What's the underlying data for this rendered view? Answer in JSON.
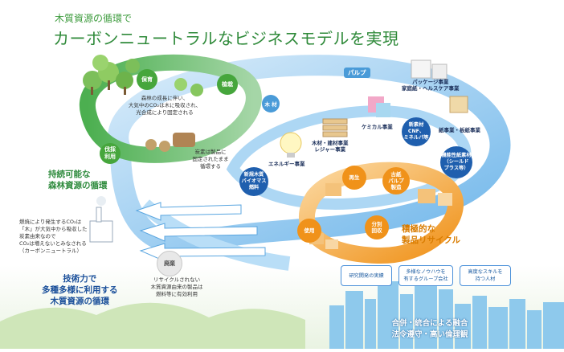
{
  "header": {
    "subtitle": "木質資源の循環で",
    "title": "カーボンニュートラルなビジネスモデルを実現"
  },
  "forest_cycle": {
    "stages": [
      "保育",
      "植栽",
      "伐採\n利用"
    ],
    "growth_note": "森林の成長に伴い、\n大気中のCO₂は木に吸収され、\n光合成により固定される",
    "stock_note": "炭素は製品に\n固定されたまま\n循環する",
    "heading": "持続可能な\n森林資源の循環"
  },
  "flow_labels": {
    "wood": "木 材",
    "pulp": "パルプ",
    "waste": "廃棄"
  },
  "businesses": {
    "energy": "エネルギー事業",
    "building": "木材・建材事業\nレジャー事業",
    "chemical": "ケミカル事業",
    "packaging": "パッケージ事業\n家庭紙・ヘルスケア事業",
    "paper": "紙事業・板紙事業"
  },
  "blue_badges": {
    "new_wood": "新規木質\nバイオマス\n燃料",
    "new_material": "新素材\nCNF、\nミネルパ等",
    "functional": "機能性紙素材\n（シールド\nプラス等）"
  },
  "recycle": {
    "reuse": "再生",
    "paper_pulp": "古紙\nパルプ\n製造",
    "use": "使用",
    "collect": "分別\n回収",
    "heading": "積極的な\n製品リサイクル"
  },
  "carbon_note": "燃焼により発生するCO₂は\n「木」が大気中から吸収した\n炭素由来なので\nCO₂は増えないとみなされる\n（カーボンニュートラル）",
  "tech_heading": "技術力で\n多種多様に利用する\n木質資源の循環",
  "waste_note": "リサイクルされない\n木質資源由来の製品は\n燃料等に有効利用",
  "strengths": [
    "研究開発の実績",
    "多様なノウハウを\n有するグループ会社",
    "高度なスキルを\n持つ人材"
  ],
  "banner": "合併・統合による融合\n法令遵守・高い倫理観",
  "colors": {
    "green": "#46a63c",
    "blue": "#1f5fae",
    "light_blue": "#6cb8ea",
    "orange": "#f0921a"
  }
}
